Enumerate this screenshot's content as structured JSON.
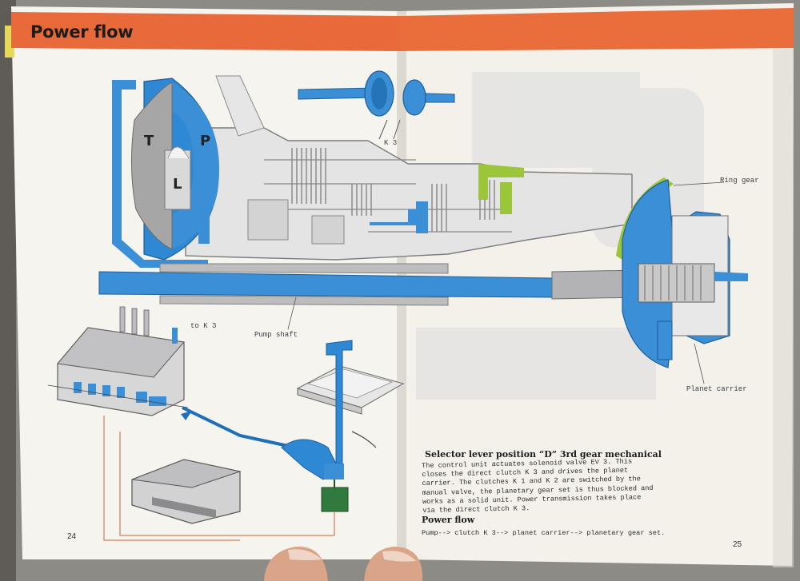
{
  "header": {
    "title": "Power flow"
  },
  "converter_labels": {
    "t": "T",
    "p": "P",
    "l": "L"
  },
  "diagram_labels": {
    "k3_top": "K 3",
    "ring_gear": "Ring gear",
    "pump_shaft": "Pump shaft",
    "to_k3": "to K 3",
    "planet_carrier": "Planet carrier"
  },
  "caption": {
    "title": "Selector lever position “D” 3rd gear mechanical",
    "body": "The control unit actuates solenoid valve EV 3. This closes the direct clutch K 3 and drives the planet carrier. The clutches K 1 and K 2 are switched by the manual valve, the planetary gear set is thus blocked and works as a solid unit. Power transmission takes place via the direct clutch K 3.",
    "subheading": "Power flow",
    "subtext": "Pump--> clutch K 3--> planet carrier--> planetary gear set."
  },
  "page_numbers": {
    "left": "24",
    "right": "25"
  },
  "colors": {
    "header_orange": "#e8693a",
    "diagram_blue": "#3a8fd6",
    "clutch_green": "#9cc63a",
    "paper": "#f6f4ee"
  }
}
